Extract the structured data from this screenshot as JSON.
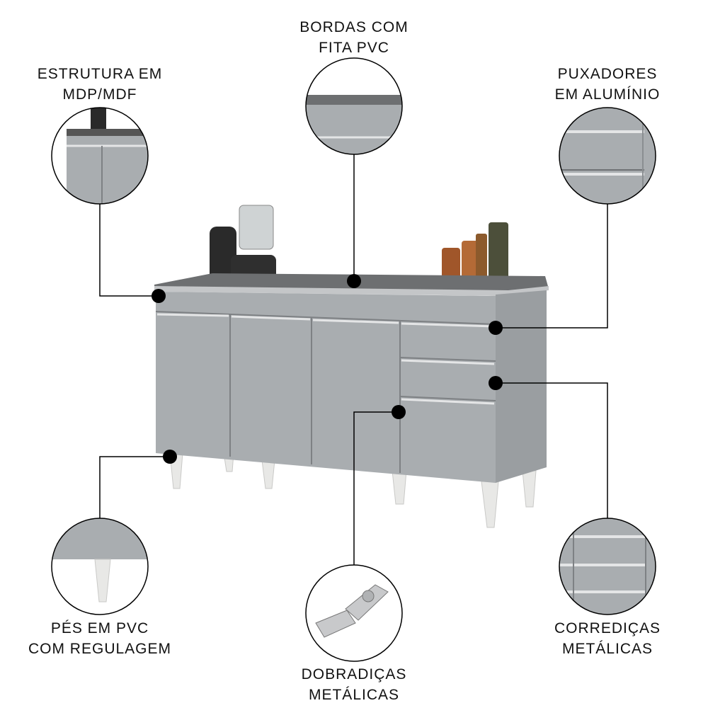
{
  "callouts": {
    "structure": {
      "line1": "ESTRUTURA EM",
      "line2": "MDP/MDF"
    },
    "edges": {
      "line1": "BORDAS COM",
      "line2": "FITA PVC"
    },
    "handles": {
      "line1": "PUXADORES",
      "line2": "EM ALUMÍNIO"
    },
    "slides": {
      "line1": "CORREDIÇAS",
      "line2": "METÁLICAS"
    },
    "hinges": {
      "line1": "DOBRADIÇAS",
      "line2": "METÁLICAS"
    },
    "feet": {
      "line1": "PÉS EM PVC",
      "line2": "COM REGULAGEM"
    }
  },
  "colors": {
    "cabinet": "#a9adb0",
    "cabinet_shade": "#9a9ea1",
    "countertop": "#6d6f71",
    "feet": "#e8e8e6",
    "callout": "#000000"
  }
}
